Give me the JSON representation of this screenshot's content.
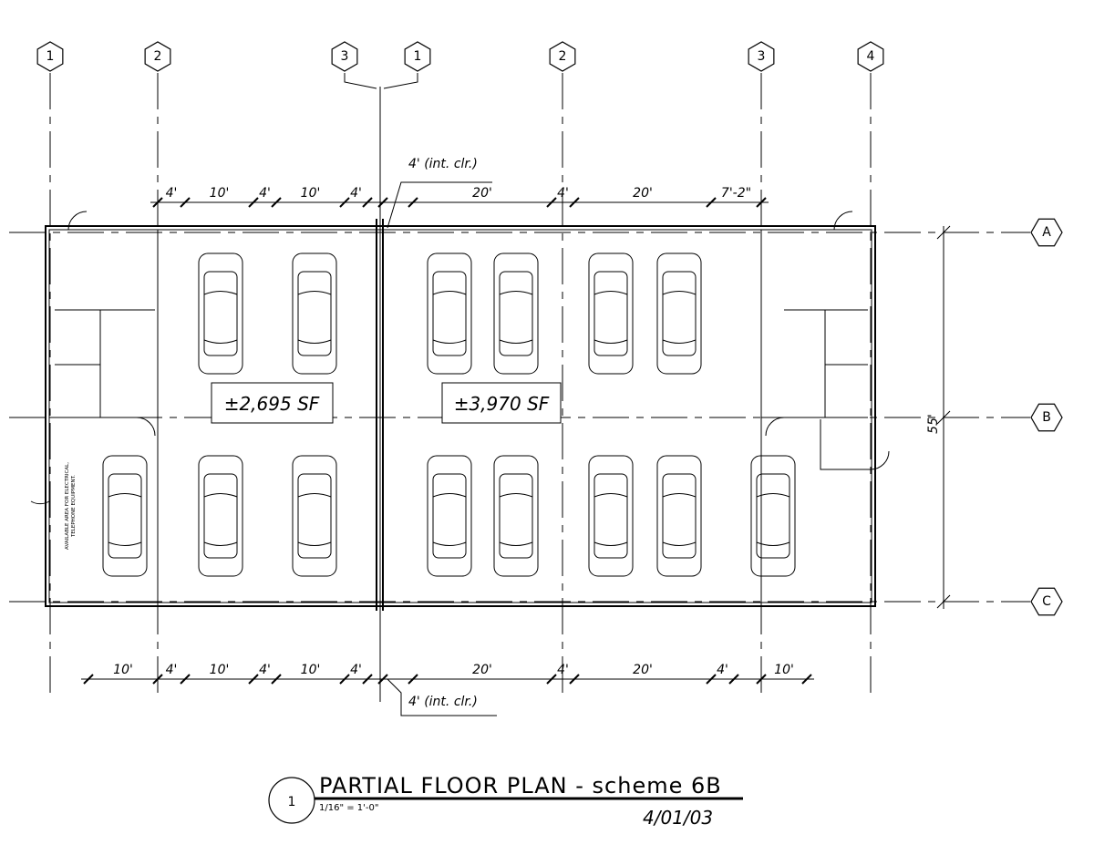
{
  "grid_top": [
    "1",
    "2",
    "3",
    "1",
    "2",
    "3",
    "4"
  ],
  "grid_right": [
    "A",
    "B",
    "C"
  ],
  "dims_top": [
    "4'",
    "10'",
    "4'",
    "10'",
    "4'",
    "20'",
    "4'",
    "20'",
    "7'-2\""
  ],
  "dims_bottom": [
    "10'",
    "4'",
    "10'",
    "4'",
    "10'",
    "4'",
    "20'",
    "4'",
    "20'",
    "4'",
    "10'"
  ],
  "clearance_top": "4' (int. clr.)",
  "clearance_bottom": "4' (int. clr.)",
  "overall_depth": "55'",
  "area_left": "±2,695 SF",
  "area_right": "±3,970 SF",
  "note": [
    "AVAILABLE AREA FOR ELECTRICAL,",
    "TELEPHONE EQUIPMENT."
  ],
  "title": {
    "number": "1",
    "name": "PARTIAL FLOOR PLAN - scheme 6B",
    "scale": "1/16\" = 1'-0\"",
    "date": "4/01/03"
  }
}
